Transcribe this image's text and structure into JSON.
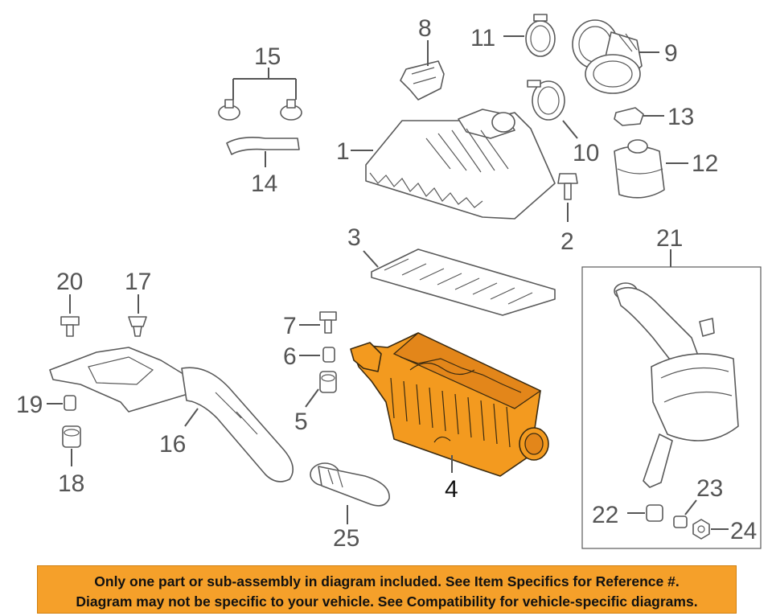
{
  "diagram": {
    "callouts": {
      "c1": "1",
      "c2": "2",
      "c3": "3",
      "c4": "4",
      "c5": "5",
      "c6": "6",
      "c7": "7",
      "c8": "8",
      "c9": "9",
      "c10": "10",
      "c11": "11",
      "c12": "12",
      "c13": "13",
      "c14": "14",
      "c15": "15",
      "c16": "16",
      "c17": "17",
      "c18": "18",
      "c19": "19",
      "c20": "20",
      "c21": "21",
      "c22": "22",
      "c23": "23",
      "c24": "24",
      "c25": "25"
    },
    "highlight_color": "#f39a1f"
  },
  "footer": {
    "line1": "Only one part or sub-assembly in diagram included. See Item Specifics for Reference #.",
    "line2": "Diagram may not be specific to your vehicle. See Compatibility for vehicle-specific diagrams.",
    "background": "#f5a02a"
  }
}
